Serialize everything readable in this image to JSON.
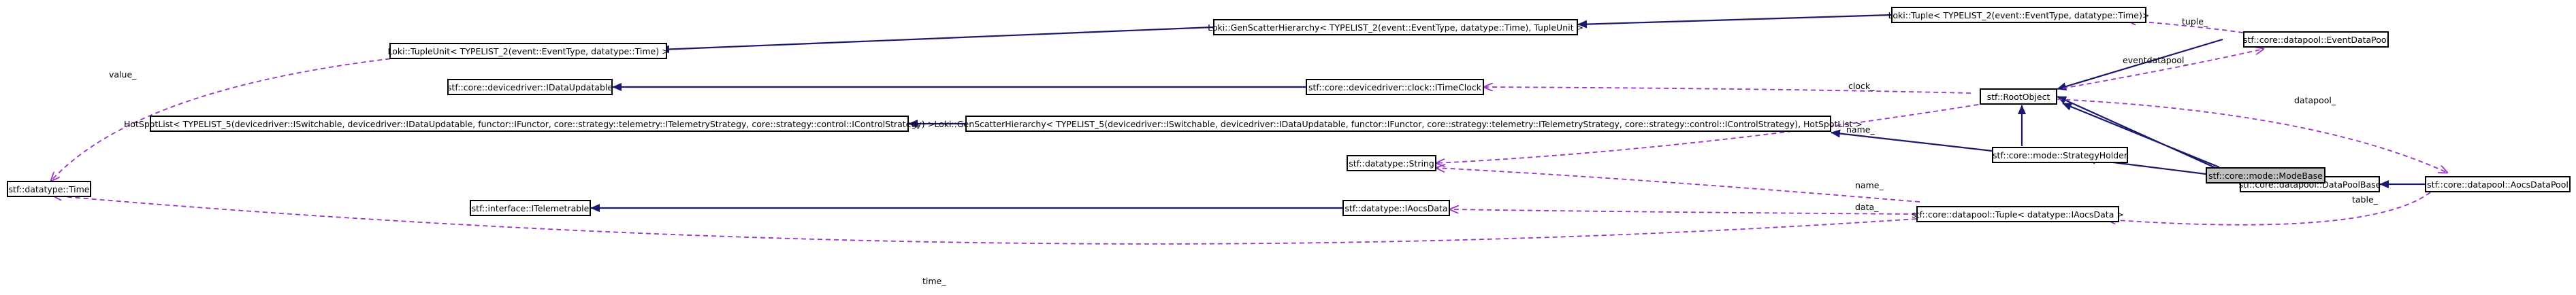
{
  "colors": {
    "inheritance": "#191970",
    "usage": "#9a32cd",
    "highlight_fill": "#bfbfbf",
    "node_border": "#000000"
  },
  "nodes": {
    "tuple_time": "Loki::Tuple< TYPELIST_2(event::EventType, datatype::Time)>",
    "gen_scatter_event": "Loki::GenScatterHierarchy< TYPELIST_2(event::EventType, datatype::Time), TupleUnit >",
    "tuple_unit": "Loki::TupleUnit< TYPELIST_2(event::EventType, datatype::Time) >",
    "event_data_pool": "stf::core::datapool::EventDataPool",
    "data_updatable": "stf::core::devicedriver::IDataUpdatable",
    "itime_clock": "stf::core::devicedriver::clock::ITimeClock",
    "root_object": "stf::RootObject",
    "hotspot_list": "HotSpotList< TYPELIST_5(devicedriver::ISwitchable, devicedriver::IDataUpdatable, functor::IFunctor, core::strategy::telemetry::ITelemetryStrategy, core::strategy::control::IControlStrategy) >",
    "gen_scatter_hotspot": "Loki::GenScatterHierarchy< TYPELIST_5(devicedriver::ISwitchable, devicedriver::IDataUpdatable, functor::IFunctor, core::strategy::telemetry::ITelemetryStrategy, core::strategy::control::IControlStrategy), HotSpotList >",
    "data_pool_base": "stf::core::datapool::DataPoolBase",
    "aocs_data_pool": "stf::core::datapool::AocsDataPool",
    "string": "stf::datatype::String",
    "strategy_holder": "stf::core::mode::StrategyHolder",
    "mode_base": "stf::core::mode::ModeBase",
    "time": "stf::datatype::Time",
    "itelemetrable": "stf::interface::ITelemetrable",
    "iaocs_data": "stf::datatype::IAocsData",
    "tuple_iaocs": "stf::core::datapool::Tuple< datatype::IAocsData >"
  },
  "edge_labels": {
    "value": "value_",
    "tuple": "tuple_",
    "eventdatapool": "eventdatapool_",
    "clock": "clock_",
    "datapool": "datapool_",
    "name_upper": "name_",
    "name_lower": "name_",
    "data": "data_",
    "table": "table_",
    "time": "time_"
  }
}
